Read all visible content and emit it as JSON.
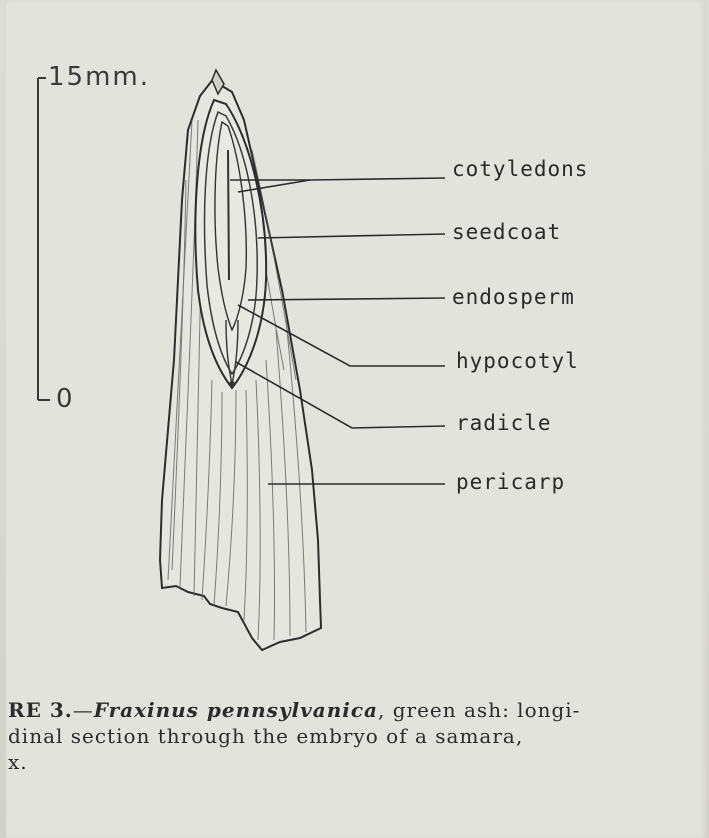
{
  "scale": {
    "top_label": "15mm.",
    "bottom_label": "0"
  },
  "labels": {
    "cotyledons": "cotyledons",
    "seedcoat": "seedcoat",
    "endosperm": "endosperm",
    "hypocotyl": "hypocotyl",
    "radicle": "radicle",
    "pericarp": "pericarp"
  },
  "caption": {
    "fig_label": "RE 3.",
    "dash": "—",
    "species": "Fraxinus pennsylvanica",
    "line1_rest": ", green ash: longi-",
    "line2": "dinal section through the embryo of a samara,",
    "line3": "x."
  }
}
